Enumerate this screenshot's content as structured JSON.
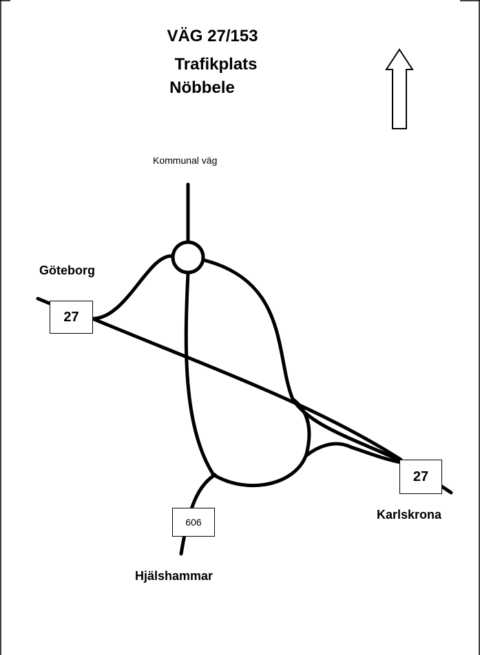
{
  "title": {
    "line1": "VÄG 27/153",
    "line2": "Trafikplats",
    "line3": "Nöbbele"
  },
  "labels": {
    "kommunal_vag": "Kommunal väg",
    "goteborg": "Göteborg",
    "karlskrona": "Karlskrona",
    "hjalshammar": "Hjälshammar"
  },
  "shields": {
    "west_27": "27",
    "east_27": "27",
    "road_606": "606"
  },
  "compass": "north-arrow-icon"
}
